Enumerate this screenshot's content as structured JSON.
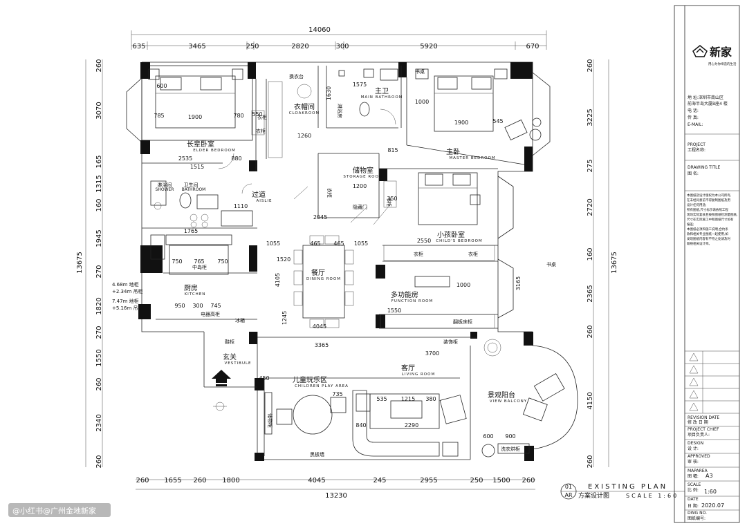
{
  "brand": {
    "name": "新家",
    "tagline": "用心为你缔造的生活"
  },
  "dims_top": {
    "total": "14060",
    "segments": [
      "635",
      "3465",
      "250",
      "2820",
      "300",
      "5920",
      "670"
    ]
  },
  "dims_bottom": {
    "segments": [
      "260",
      "1655",
      "260",
      "1800",
      "4045",
      "245",
      "2955",
      "250",
      "1500",
      "260"
    ],
    "total": "13230"
  },
  "dims_left": {
    "total": "13675",
    "segments": [
      "260",
      "3070",
      "165",
      "1315",
      "160",
      "1945",
      "270",
      "1820",
      "270",
      "1550",
      "260",
      "2340",
      "260"
    ]
  },
  "dims_right": {
    "total": "13675",
    "segments": [
      "260",
      "3225",
      "275",
      "2720",
      "160",
      "2365",
      "260",
      "4150",
      "260"
    ]
  },
  "rooms": [
    {
      "cn": "长辈卧室",
      "en": "ELDER BEDROOM"
    },
    {
      "cn": "衣帽间",
      "en": "CLOAKROOM"
    },
    {
      "cn": "主卫",
      "en": "MAIN BATHROOM"
    },
    {
      "cn": "主卧",
      "en": "MASTER BEDROOM"
    },
    {
      "cn": "淋浴间",
      "en": "SHOWER"
    },
    {
      "cn": "卫生间",
      "en": "BATHROOM"
    },
    {
      "cn": "过道",
      "en": "AISLIE"
    },
    {
      "cn": "储物室",
      "en": "STORAGE ROOM"
    },
    {
      "cn": "小孩卧室",
      "en": "CHILD'S BEDROOM"
    },
    {
      "cn": "餐厅",
      "en": "DINING ROOM"
    },
    {
      "cn": "厨房",
      "en": "KITCHEN"
    },
    {
      "cn": "多功能房",
      "en": "FUNCTION ROOM"
    },
    {
      "cn": "玄关",
      "en": "VESTIBULE"
    },
    {
      "cn": "儿童玩乐区",
      "en": "CHILDREN PLAY AREA"
    },
    {
      "cn": "客厅",
      "en": "LIVING ROOM"
    },
    {
      "cn": "景观阳台",
      "en": "VIEW BALCONY"
    }
  ],
  "labels": {
    "yigui1": "衣柜",
    "yigui2": "衣柜",
    "yigui3": "衣柜",
    "yigui4": "衣柜",
    "yigui5": "衣柜",
    "huanyi": "换衣台",
    "linyu": "淋浴房",
    "yingui": "隐藏门",
    "shuzhuo": "书桌",
    "xiegui": "鞋柜",
    "zhuangshigui": "装饰柜",
    "fanzhuan": "翻板床柜",
    "dianqi": "电器高柜",
    "bingxiang": "冰箱",
    "zhongdao": "中岛柜",
    "chuwugui": "储物柜",
    "heibanqiang": "黑板墙",
    "xiyiji": "洗衣烘柜",
    "shugui": "书柜",
    "shuzhuo2": "书桌"
  },
  "kitchen_note": [
    "4.68m 地柜",
    "+2.34m 吊柜",
    "7.47m 地柜",
    "+5.16m 吊柜"
  ],
  "inner_dims": [
    "1900",
    "1900",
    "2045",
    "3365",
    "4045",
    "3700",
    "2290",
    "1215",
    "1520",
    "1055",
    "1055",
    "465",
    "465",
    "4105",
    "1245",
    "2550",
    "2535",
    "1515",
    "1110",
    "1765",
    "600",
    "780",
    "785",
    "545",
    "1260",
    "1200",
    "1000",
    "950",
    "745",
    "300",
    "1550",
    "1000",
    "1630",
    "1575",
    "765",
    "750",
    "750",
    "735",
    "840",
    "535",
    "380",
    "600",
    "900",
    "450",
    "815",
    "880",
    "550",
    "350",
    "3165"
  ],
  "title_block": {
    "address_label": "地 址:",
    "address_line1": "深圳市南山区",
    "address_line2": "前海半岛大厦B座4 楼",
    "tel_label": "电 话:",
    "fax_label": "传 真:",
    "email_label": "E-MAIL:",
    "project_en": "PROJECT",
    "project_cn": "工程名称:",
    "drawing_title_en": "DRAWING TITLE",
    "drawing_title_cn": "图 名:",
    "notes": [
      "本图纸及设计版权为本公司所有,",
      "在未经同意前不得复制图纸及用",
      "设计任何用途;",
      "所有图纸,尺寸标示请依照工程",
      "现场实际复核且按照图纸检测量图纸,",
      "尺寸在实际施工中和图纸尺寸如有",
      "偏差;",
      "本图纸必须和施工说明,合约条",
      "款和相关专业图纸一起使用,如",
      "发现图纸内容有不符之处请及时",
      "联络相关设计师。"
    ],
    "revision": "REVISION  DATE",
    "revision_cn": "修 改      日 期",
    "project_chief": "PROJECT CHIEF",
    "project_chief_cn": "项目负责人:",
    "design": "DESIGN",
    "design_cn": "设 计:",
    "approved": "APPROVED",
    "approved_cn": "审 核:",
    "mapareaa": "MAPAREA",
    "maparea_cn": "图 幅:",
    "maparea_val": "A3",
    "scale_en": "SCALE",
    "scale_cn": "比 例:",
    "scale_val": "1:60",
    "date_en": "DATE",
    "date_cn": "日 期:",
    "date_val": "2020.07",
    "dwgno": "DWG NO.",
    "dwgno_cn": "图纸编号:"
  },
  "plan_title": {
    "num_top": "01",
    "num_bot": "AR",
    "en": "EXISTING PLAN",
    "cn": "方案设计图",
    "scale": "SCALE 1:60"
  },
  "watermark": "@小红书@广州金地新家"
}
